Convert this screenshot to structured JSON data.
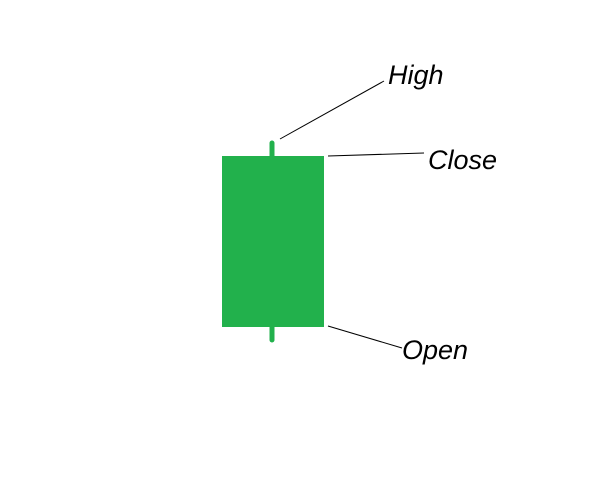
{
  "diagram": {
    "colors": {
      "candle_body": "#22b14c",
      "candle_wick": "#22b14c",
      "leader_line": "#000000",
      "background": "#ffffff"
    },
    "labels": {
      "high": "High",
      "close": "Close",
      "open": "Open"
    }
  }
}
